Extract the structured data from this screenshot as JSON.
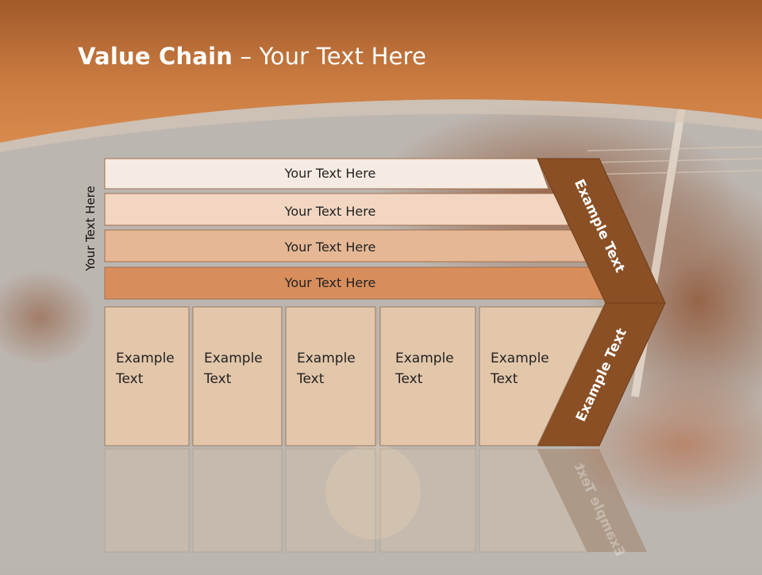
{
  "title": {
    "bold": "Value Chain",
    "rest": " – Your Text Here"
  },
  "side_label": "Your Text Here",
  "rows": [
    {
      "label": "Your Text Here",
      "color": "#f6ebe2"
    },
    {
      "label": "Your Text Here",
      "color": "#f2d6c2"
    },
    {
      "label": "Your Text Here",
      "color": "#e6b794"
    },
    {
      "label": "Your Text Here",
      "color": "#d88e5c"
    }
  ],
  "boxes": [
    {
      "label": "Example\nText"
    },
    {
      "label": "Example\nText"
    },
    {
      "label": "Example\nText"
    },
    {
      "label": "Example\nText"
    },
    {
      "label": "Example\nText"
    }
  ],
  "chevron_labels": {
    "upper": "Example Text",
    "lower": "Example Text"
  },
  "colors": {
    "header": "#c8783e",
    "chevron": "#8a4f24",
    "box": "#e3c7aa"
  }
}
